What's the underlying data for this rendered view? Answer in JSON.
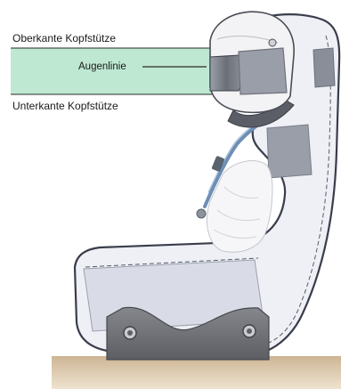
{
  "labels": {
    "headrest_top": "Oberkante Kopfstütze",
    "eye_line": "Augenlinie",
    "headrest_bottom": "Unterkante Kopfstütze"
  },
  "colors": {
    "headrest_band": "#bfe8d2",
    "seat_fill": "#eef0f6",
    "seat_outline": "#3a3d4a",
    "pad": "#8a8e99",
    "helmet": "#f3f3f5",
    "visor": "#7a7f88",
    "floor": "#d7c3a6",
    "mount": "#6d6f74",
    "harness": "#6e8fb5"
  },
  "icons": {
    "driver": "helmeted-driver-outline",
    "seat": "racing-seat-side-view"
  }
}
